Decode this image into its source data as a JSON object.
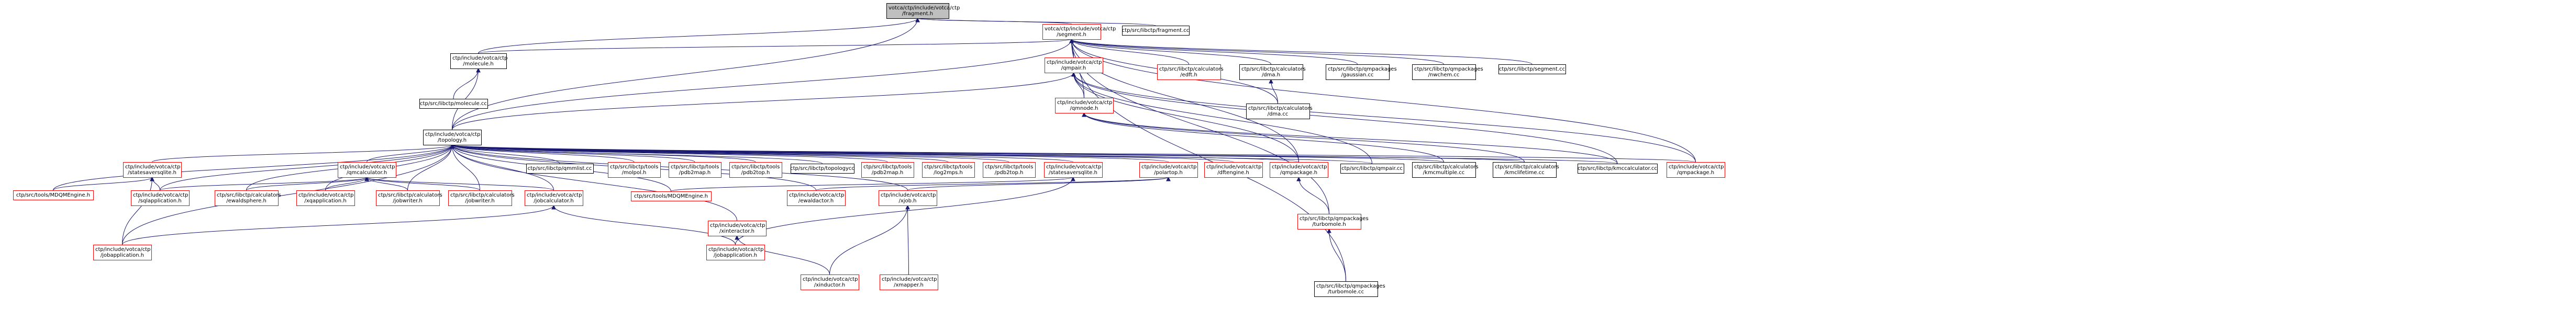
{
  "colors": {
    "edge": "#191970",
    "focus_fill": "#bfbfbf",
    "focus_border": "#000000",
    "node_fill": "#ffffff",
    "normal_border": "#000000",
    "truncated_border": "#ff0000"
  },
  "nodes": [
    {
      "id": "n0",
      "lines": [
        "votca/ctp/include/votca/ctp",
        "/fragment.h"
      ],
      "style": "focus"
    },
    {
      "id": "n1",
      "lines": [
        "votca/ctp/include/votca/ctp",
        "/segment.h"
      ],
      "style": "truncated"
    },
    {
      "id": "n2",
      "lines": [
        "ctp/src/libctp/fragment.cc"
      ],
      "style": "normal"
    },
    {
      "id": "n3",
      "lines": [
        "ctp/include/votca/ctp",
        "/molecule.h"
      ],
      "style": "normal"
    },
    {
      "id": "n4",
      "lines": [
        "ctp/include/votca/ctp",
        "/qmpair.h"
      ],
      "style": "truncated"
    },
    {
      "id": "n5",
      "lines": [
        "ctp/src/libctp/calculators",
        "/edft.h"
      ],
      "style": "truncated"
    },
    {
      "id": "n6",
      "lines": [
        "ctp/src/libctp/calculators",
        "/dma.h"
      ],
      "style": "normal"
    },
    {
      "id": "n7",
      "lines": [
        "ctp/src/libctp/qmpackages",
        "/gaussian.cc"
      ],
      "style": "normal"
    },
    {
      "id": "n8",
      "lines": [
        "ctp/src/libctp/qmpackages",
        "/nwchem.cc"
      ],
      "style": "normal"
    },
    {
      "id": "n9",
      "lines": [
        "ctp/src/libctp/segment.cc"
      ],
      "style": "normal"
    },
    {
      "id": "n10",
      "lines": [
        "ctp/src/libctp/molecule.cc"
      ],
      "style": "normal"
    },
    {
      "id": "n11",
      "lines": [
        "ctp/include/votca/ctp",
        "/topology.h"
      ],
      "style": "normal"
    },
    {
      "id": "n12",
      "lines": [
        "ctp/include/votca/ctp",
        "/qmnode.h"
      ],
      "style": "truncated"
    },
    {
      "id": "n13",
      "lines": [
        "ctp/src/libctp/calculators",
        "/dma.cc"
      ],
      "style": "normal"
    },
    {
      "id": "n14",
      "lines": [
        "ctp/include/votca/ctp",
        "/statesaversqlite.h"
      ],
      "style": "truncated"
    },
    {
      "id": "n15",
      "lines": [
        "ctp/include/votca/ctp",
        "/qmcalculator.h"
      ],
      "style": "truncated"
    },
    {
      "id": "n16",
      "lines": [
        "ctp/src/libctp/qmmlist.cc"
      ],
      "style": "normal"
    },
    {
      "id": "n17",
      "lines": [
        "ctp/src/libctp/tools",
        "/molpol.h"
      ],
      "style": "truncated"
    },
    {
      "id": "n18",
      "lines": [
        "ctp/src/libctp/tools",
        "/pdb2map.h"
      ],
      "style": "truncated"
    },
    {
      "id": "n19",
      "lines": [
        "ctp/src/libctp/tools",
        "/pdb2top.h"
      ],
      "style": "truncated"
    },
    {
      "id": "n20",
      "lines": [
        "ctp/src/libctp/topologycc"
      ],
      "style": "normal"
    },
    {
      "id": "n21",
      "lines": [
        "ctp/src/libctp/tools",
        "/pdb2map.h"
      ],
      "style": "truncated"
    },
    {
      "id": "n22",
      "lines": [
        "ctp/src/libctp/tools",
        "/log2mps.h"
      ],
      "style": "truncated"
    },
    {
      "id": "n23",
      "lines": [
        "ctp/src/libctp/tools",
        "/pdb2top.h"
      ],
      "style": "truncated"
    },
    {
      "id": "n24",
      "lines": [
        "ctp/include/votca/ctp",
        "/statesaversqlite.h"
      ],
      "style": "truncated"
    },
    {
      "id": "n25",
      "lines": [
        "ctp/include/votca/ctp",
        "/polartop.h"
      ],
      "style": "truncated"
    },
    {
      "id": "n26",
      "lines": [
        "ctp/include/votca/ctp",
        "/dftengine.h"
      ],
      "style": "truncated"
    },
    {
      "id": "n27",
      "lines": [
        "ctp/include/votca/ctp",
        "/qmpackage.h"
      ],
      "style": "truncated"
    },
    {
      "id": "n28",
      "lines": [
        "ctp/src/libctp/qmpair.cc"
      ],
      "style": "normal"
    },
    {
      "id": "n29",
      "lines": [
        "ctp/src/libctp/calculators",
        "/kmcmultiple.cc"
      ],
      "style": "normal"
    },
    {
      "id": "n30",
      "lines": [
        "ctp/src/libctp/calculators",
        "/kmclifetime.cc"
      ],
      "style": "normal"
    },
    {
      "id": "n31",
      "lines": [
        "ctp/src/libctp/kmccalculator.cc"
      ],
      "style": "normal"
    },
    {
      "id": "n32",
      "lines": [
        "ctp/include/votca/ctp",
        "/qmpackage.h"
      ],
      "style": "truncated"
    },
    {
      "id": "n33",
      "lines": [
        "ctp/src/tools/MDQMEngine.h"
      ],
      "style": "truncated"
    },
    {
      "id": "n34",
      "lines": [
        "ctp/include/votca/ctp",
        "/sqlapplication.h"
      ],
      "style": "truncated"
    },
    {
      "id": "n35",
      "lines": [
        "ctp/src/libctp/calculators",
        "/ewaldsphere.h"
      ],
      "style": "truncated"
    },
    {
      "id": "n36",
      "lines": [
        "ctp/include/votca/ctp",
        "/xqapplication.h"
      ],
      "style": "truncated"
    },
    {
      "id": "n37",
      "lines": [
        "ctp/src/libctp/calculators",
        "/jobwriter.h"
      ],
      "style": "truncated"
    },
    {
      "id": "n38",
      "lines": [
        "ctp/src/libctp/calculators",
        "/jobwriter.h"
      ],
      "style": "truncated"
    },
    {
      "id": "n39",
      "lines": [
        "ctp/include/votca/ctp",
        "/jobcalculator.h"
      ],
      "style": "truncated"
    },
    {
      "id": "n40",
      "lines": [
        "ctp/src/tools/MDQMEngine.h"
      ],
      "style": "truncated"
    },
    {
      "id": "n41",
      "lines": [
        "ctp/include/votca/ctp",
        "/xinteractor.h"
      ],
      "style": "truncated"
    },
    {
      "id": "n42",
      "lines": [
        "ctp/include/votca/ctp",
        "/ewaldactor.h"
      ],
      "style": "truncated"
    },
    {
      "id": "n43",
      "lines": [
        "ctp/include/votca/ctp",
        "/xjob.h"
      ],
      "style": "truncated"
    },
    {
      "id": "n44",
      "lines": [
        "ctp/src/libctp/qmpackages",
        "/turbomole.h"
      ],
      "style": "truncated"
    },
    {
      "id": "n45",
      "lines": [
        "ctp/include/votca/ctp",
        "/jobapplication.h"
      ],
      "style": "truncated"
    },
    {
      "id": "n46",
      "lines": [
        "ctp/include/votca/ctp",
        "/jobapplication.h"
      ],
      "style": "truncated"
    },
    {
      "id": "n47",
      "lines": [
        "ctp/include/votca/ctp",
        "/xinductor.h"
      ],
      "style": "truncated"
    },
    {
      "id": "n48",
      "lines": [
        "ctp/include/votca/ctp",
        "/xmapper.h"
      ],
      "style": "truncated"
    },
    {
      "id": "n49",
      "lines": [
        "ctp/src/libctp/qmpackages",
        "/turbomole.cc"
      ],
      "style": "normal"
    }
  ],
  "edges": [
    [
      "n1",
      "n0"
    ],
    [
      "n2",
      "n0"
    ],
    [
      "n3",
      "n0"
    ],
    [
      "n11",
      "n0"
    ],
    [
      "n3",
      "n1"
    ],
    [
      "n4",
      "n1"
    ],
    [
      "n5",
      "n1"
    ],
    [
      "n6",
      "n1"
    ],
    [
      "n7",
      "n1"
    ],
    [
      "n8",
      "n1"
    ],
    [
      "n9",
      "n1"
    ],
    [
      "n11",
      "n1"
    ],
    [
      "n12",
      "n1"
    ],
    [
      "n13",
      "n1"
    ],
    [
      "n27",
      "n1"
    ],
    [
      "n32",
      "n1"
    ],
    [
      "n44",
      "n1"
    ],
    [
      "n49",
      "n1"
    ],
    [
      "n10",
      "n3"
    ],
    [
      "n11",
      "n3"
    ],
    [
      "n11",
      "n4"
    ],
    [
      "n12",
      "n4"
    ],
    [
      "n27",
      "n4"
    ],
    [
      "n28",
      "n4"
    ],
    [
      "n31",
      "n4"
    ],
    [
      "n32",
      "n4"
    ],
    [
      "n13",
      "n6"
    ],
    [
      "n14",
      "n11"
    ],
    [
      "n15",
      "n11"
    ],
    [
      "n16",
      "n11"
    ],
    [
      "n17",
      "n11"
    ],
    [
      "n18",
      "n11"
    ],
    [
      "n19",
      "n11"
    ],
    [
      "n20",
      "n11"
    ],
    [
      "n21",
      "n11"
    ],
    [
      "n22",
      "n11"
    ],
    [
      "n23",
      "n11"
    ],
    [
      "n24",
      "n11"
    ],
    [
      "n25",
      "n11"
    ],
    [
      "n26",
      "n11"
    ],
    [
      "n27",
      "n11"
    ],
    [
      "n28",
      "n11"
    ],
    [
      "n29",
      "n11"
    ],
    [
      "n30",
      "n11"
    ],
    [
      "n31",
      "n11"
    ],
    [
      "n32",
      "n11"
    ],
    [
      "n33",
      "n11"
    ],
    [
      "n34",
      "n11"
    ],
    [
      "n35",
      "n11"
    ],
    [
      "n36",
      "n11"
    ],
    [
      "n37",
      "n11"
    ],
    [
      "n38",
      "n11"
    ],
    [
      "n39",
      "n11"
    ],
    [
      "n40",
      "n11"
    ],
    [
      "n41",
      "n11"
    ],
    [
      "n42",
      "n11"
    ],
    [
      "n43",
      "n11"
    ],
    [
      "n46",
      "n11"
    ],
    [
      "n29",
      "n12"
    ],
    [
      "n30",
      "n12"
    ],
    [
      "n31",
      "n12"
    ],
    [
      "n33",
      "n14"
    ],
    [
      "n34",
      "n14"
    ],
    [
      "n46",
      "n14"
    ],
    [
      "n34",
      "n15"
    ],
    [
      "n35",
      "n15"
    ],
    [
      "n36",
      "n15"
    ],
    [
      "n37",
      "n15"
    ],
    [
      "n38",
      "n15"
    ],
    [
      "n39",
      "n15"
    ],
    [
      "n40",
      "n24"
    ],
    [
      "n45",
      "n24"
    ],
    [
      "n42",
      "n25"
    ],
    [
      "n43",
      "n25"
    ],
    [
      "n44",
      "n27"
    ],
    [
      "n45",
      "n39"
    ],
    [
      "n46",
      "n39"
    ],
    [
      "n47",
      "n41"
    ],
    [
      "n47",
      "n43"
    ],
    [
      "n48",
      "n43"
    ],
    [
      "n49",
      "n44"
    ]
  ]
}
